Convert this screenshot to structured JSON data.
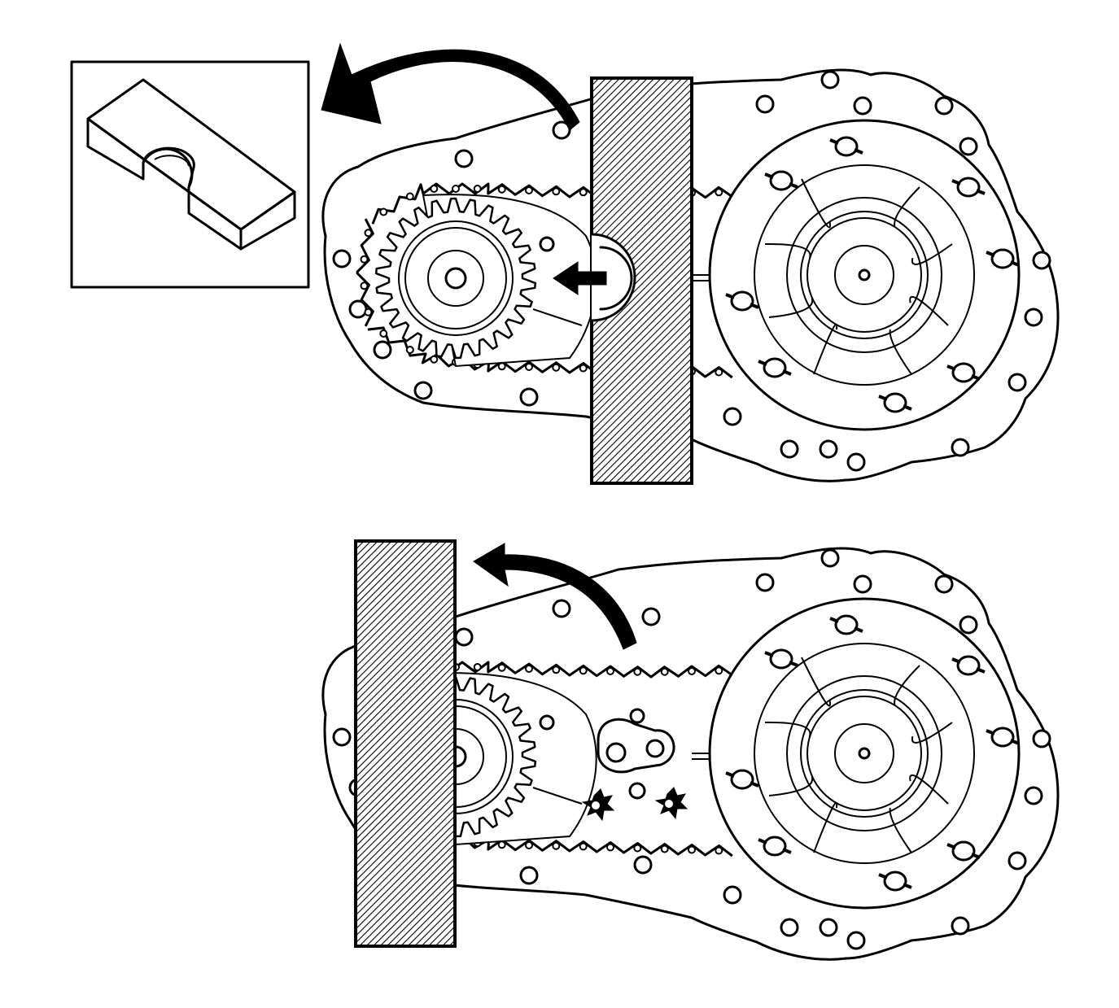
{
  "figure": {
    "background_color": "#ffffff",
    "line_color": "#000000",
    "panels": [
      {
        "id": "upper",
        "shows": [
          "tool-inset",
          "chain-guide-block",
          "removal-arrow",
          "push-arrow"
        ]
      },
      {
        "id": "lower",
        "shows": [
          "chain-guide-block",
          "removal-arrow"
        ]
      }
    ]
  }
}
